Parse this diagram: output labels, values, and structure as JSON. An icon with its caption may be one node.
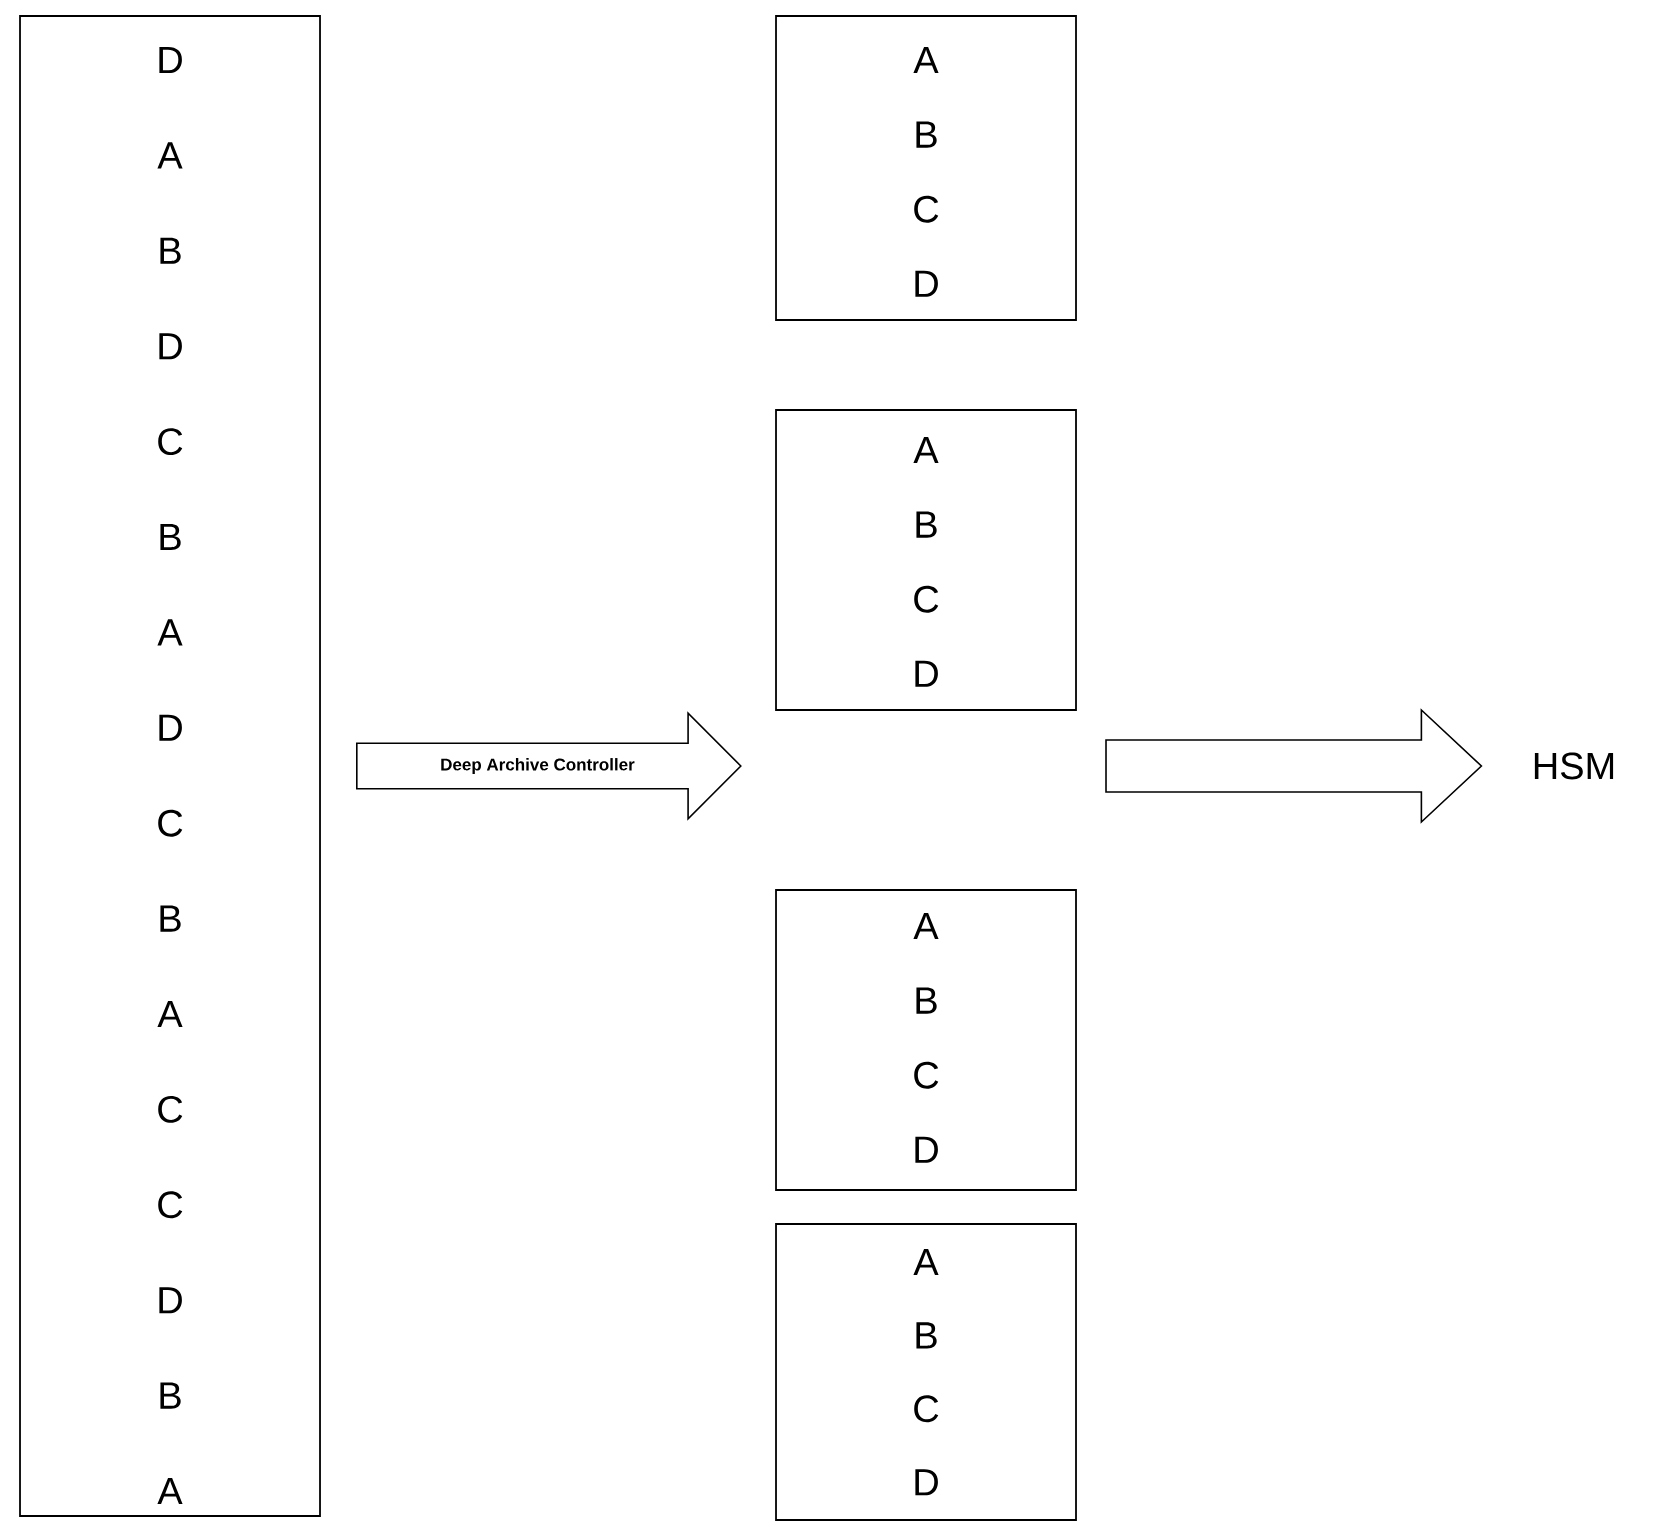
{
  "diagram": {
    "nodes": [
      {
        "text": [
          "D",
          "A",
          "B",
          "D",
          "C",
          "B",
          "A",
          "D",
          "C",
          "B",
          "A",
          "C",
          "C",
          "D",
          "B",
          "A"
        ]
      },
      {
        "text": [
          "A",
          "B",
          "C",
          "D"
        ]
      },
      {
        "text": [
          "A",
          "B",
          "C",
          "D"
        ]
      },
      {
        "text": [
          "A",
          "B",
          "C",
          "D"
        ]
      },
      {
        "text": [
          "A",
          "B",
          "C",
          "D"
        ]
      },
      {
        "text": [
          "Deep Archive Controller"
        ]
      },
      {
        "text": [
          "HSM"
        ]
      }
    ],
    "edges": [
      {
        "from": null,
        "to": 6,
        "arrow": "to"
      }
    ]
  }
}
